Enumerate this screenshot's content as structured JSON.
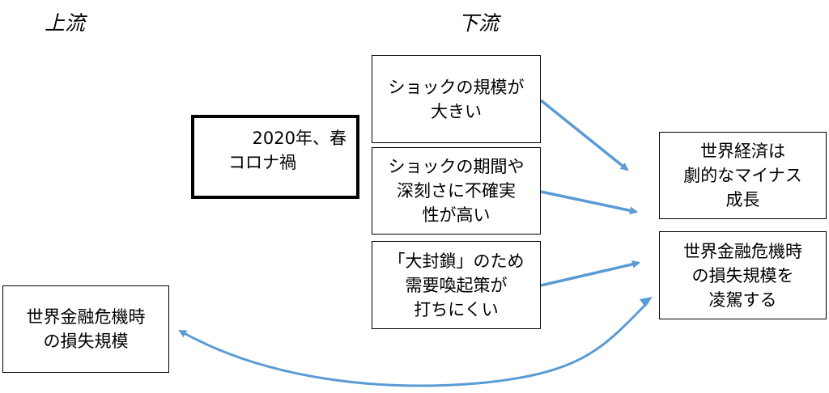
{
  "headers": {
    "upstream": "上流",
    "downstream": "下流"
  },
  "covid_box": {
    "line1": "2020年、春",
    "line2": "コロナ禍"
  },
  "gfc_left": {
    "line1": "世界金融危機時",
    "line2": "の損失規模"
  },
  "causes": [
    {
      "lines": [
        "ショックの規模が",
        "大きい"
      ]
    },
    {
      "lines": [
        "ショックの期間や",
        "深刻さに不確実",
        "性が高い"
      ]
    },
    {
      "lines": [
        "「大封鎖」のため",
        "需要喚起策が",
        "打ちにくい"
      ]
    }
  ],
  "outcomes": [
    {
      "lines": [
        "世界経済は",
        "劇的なマイナス",
        "成長"
      ]
    },
    {
      "lines": [
        "世界金融危機時",
        "の損失規模を",
        "凌駕する"
      ]
    }
  ],
  "colors": {
    "arrow": "#5B9BD5",
    "border": "#000000"
  }
}
